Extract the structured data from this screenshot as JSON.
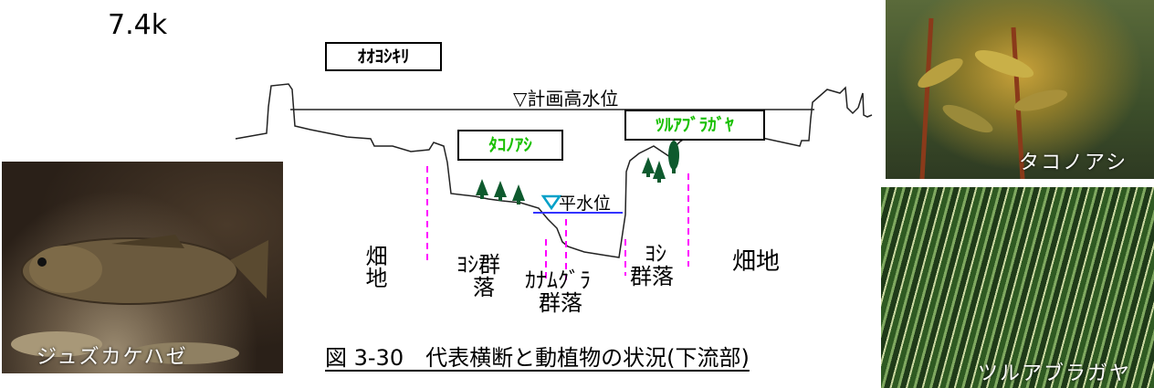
{
  "section_label": "7.4k",
  "species_boxes": {
    "ooyoshikiri": "ｵｵﾖｼｷﾘ",
    "takonoashi": "ﾀｺﾉｱｼ",
    "tsuruaburagaya": "ﾂﾙｱﾌﾞﾗｶﾞﾔ"
  },
  "water_levels": {
    "planned_high": "▽計画高水位",
    "normal": "平水位"
  },
  "zones": {
    "farmland_left": "畑地",
    "yoshi_1_top": "ﾖｼ群",
    "yoshi_1_bottom": "落",
    "kanamugura_top": "ｶﾅﾑｸﾞﾗ",
    "kanamugura_bottom": "群落",
    "yoshi_2_top": "ﾖｼ",
    "yoshi_2_bottom": "群落",
    "farmland_right": "畑地"
  },
  "photos": {
    "fish_caption": "ジュズカケハゼ",
    "takonoashi_caption": "タコノアシ",
    "tsuruaburagaya_caption": "ツルアブラガヤ"
  },
  "figure_caption": "図 3-30　代表横断と動植物の状況(下流部)",
  "colors": {
    "species_label_green": "#19c000",
    "zone_divider": "#ff00ff",
    "water_line": "#3333ff",
    "water_marker": "#00a0c8",
    "tree": "#0e5a2e"
  }
}
